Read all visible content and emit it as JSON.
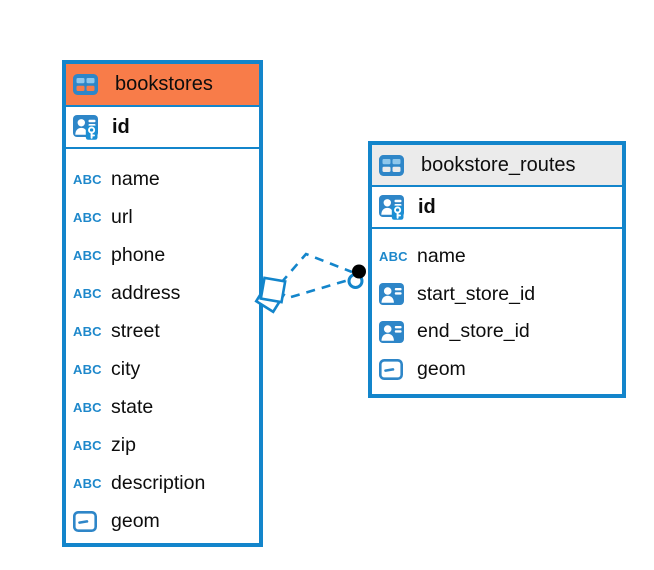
{
  "colors": {
    "accent_blue": "#1385cb",
    "bookstores_header_orange": "#f87c49",
    "routes_header_gray": "#ebebeb",
    "icon_blue": "#2e86c8",
    "connector_endpoint_black": "#000000"
  },
  "icons": {
    "text_type_glyph": "ABC"
  },
  "tables": [
    {
      "name": "bookstores",
      "primary_key": "id",
      "columns": [
        {
          "name": "name",
          "type": "text"
        },
        {
          "name": "url",
          "type": "text"
        },
        {
          "name": "phone",
          "type": "text"
        },
        {
          "name": "address",
          "type": "text"
        },
        {
          "name": "street",
          "type": "text"
        },
        {
          "name": "city",
          "type": "text"
        },
        {
          "name": "state",
          "type": "text"
        },
        {
          "name": "zip",
          "type": "text"
        },
        {
          "name": "description",
          "type": "text"
        },
        {
          "name": "geom",
          "type": "geometry"
        }
      ]
    },
    {
      "name": "bookstore_routes",
      "primary_key": "id",
      "columns": [
        {
          "name": "name",
          "type": "text"
        },
        {
          "name": "start_store_id",
          "type": "reference"
        },
        {
          "name": "end_store_id",
          "type": "reference"
        },
        {
          "name": "geom",
          "type": "geometry"
        }
      ]
    }
  ],
  "relationships": {
    "dashed_link_count": 2
  }
}
